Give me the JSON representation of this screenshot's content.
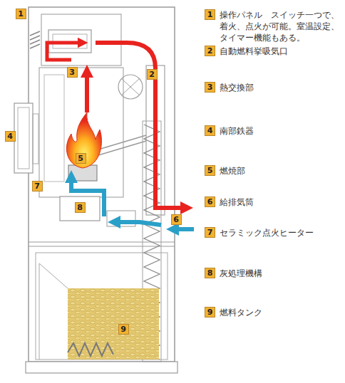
{
  "diagram": {
    "nodes": [
      {
        "text": [
          "1"
        ]
      },
      {
        "text": [
          "2"
        ]
      },
      {
        "text": [
          "3"
        ]
      },
      {
        "text": [
          "4"
        ]
      },
      {
        "text": [
          "5"
        ]
      },
      {
        "text": [
          "6"
        ]
      },
      {
        "text": [
          "7"
        ]
      },
      {
        "text": [
          "8"
        ]
      },
      {
        "text": [
          "9"
        ]
      },
      {
        "text": [
          "1",
          "操作パネル　スイッチ一つで、 着火、点火が可能。室温設定、 タイマー機能もある。"
        ]
      },
      {
        "text": [
          "2",
          "自動燃料挙吸気口"
        ]
      },
      {
        "text": [
          "3",
          "熱交換部"
        ]
      },
      {
        "text": [
          "4",
          "南部鉄器"
        ]
      },
      {
        "text": [
          "5",
          "燃焼部"
        ]
      },
      {
        "text": [
          "6",
          "給排気筒"
        ]
      },
      {
        "text": [
          "7",
          "セラミック点火ヒーター"
        ]
      },
      {
        "text": [
          "8",
          "灰処理機構"
        ]
      },
      {
        "text": [
          "9",
          "燃料タンク"
        ]
      }
    ]
  }
}
